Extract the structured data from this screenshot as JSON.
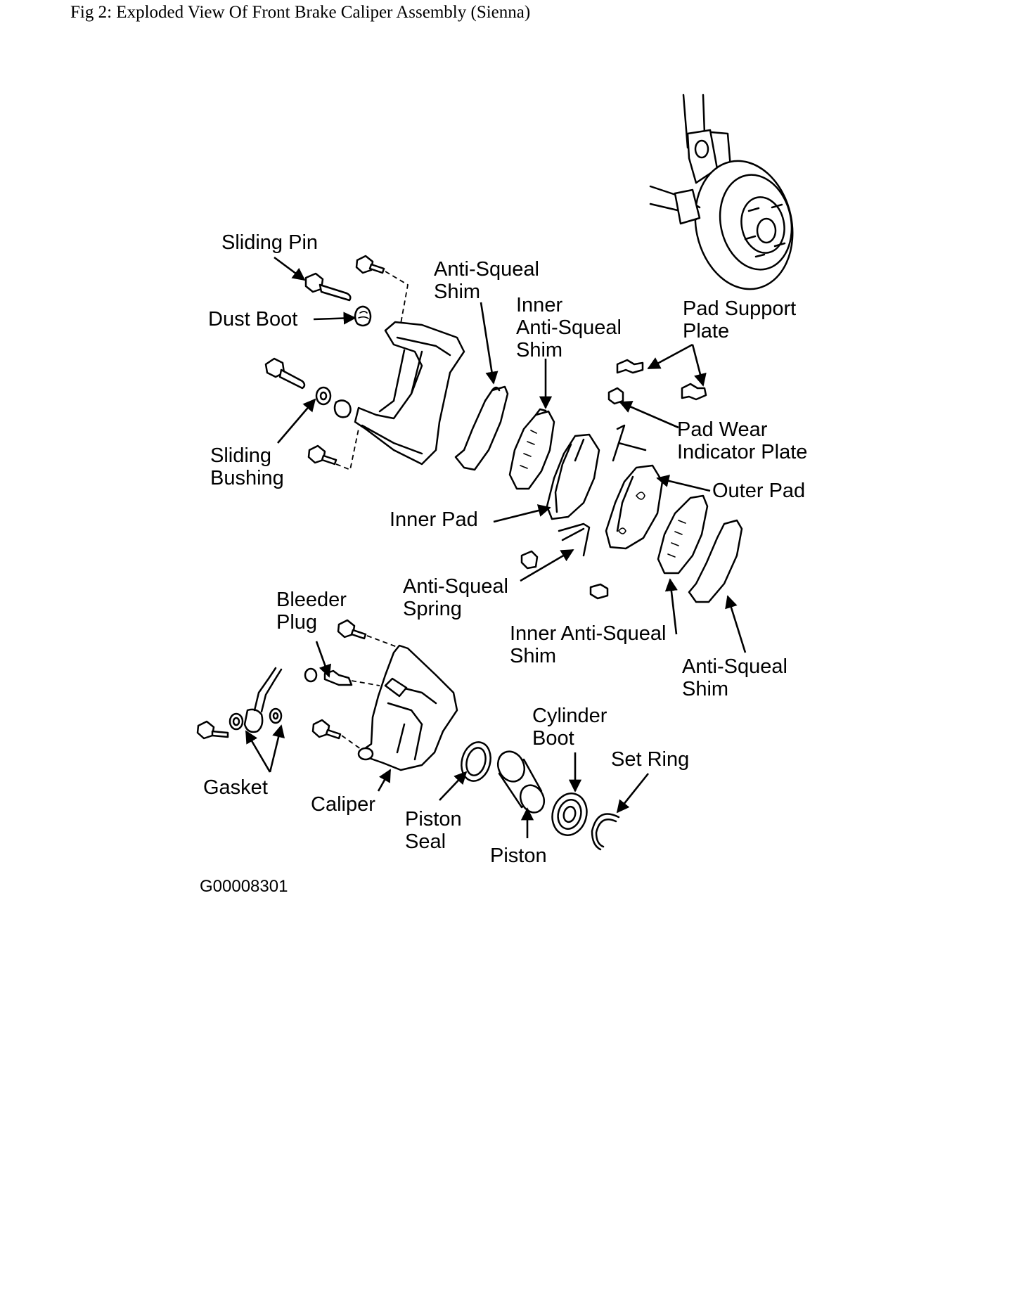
{
  "caption": "Fig 2: Exploded View Of Front Brake Caliper Assembly (Sienna)",
  "labels": {
    "sliding_pin": "Sliding Pin",
    "dust_boot": "Dust Boot",
    "sliding_bushing": [
      "Sliding",
      "Bushing"
    ],
    "anti_squeal_shim_left": [
      "Anti-Squeal",
      "Shim"
    ],
    "inner_anti_squeal_shim_top": [
      "Inner",
      "Anti-Squeal",
      "Shim"
    ],
    "pad_support_plate": [
      "Pad Support",
      "Plate"
    ],
    "pad_wear_indicator_plate": [
      "Pad Wear",
      "Indicator Plate"
    ],
    "outer_pad": "Outer Pad",
    "inner_pad": "Inner Pad",
    "anti_squeal_spring": [
      "Anti-Squeal",
      "Spring"
    ],
    "inner_anti_squeal_shim_bottom": [
      "Inner Anti-Squeal",
      "Shim"
    ],
    "anti_squeal_shim_right": [
      "Anti-Squeal",
      "Shim"
    ],
    "bleeder_plug": [
      "Bleeder",
      "Plug"
    ],
    "cylinder_boot": [
      "Cylinder",
      "Boot"
    ],
    "set_ring": "Set Ring",
    "gasket": "Gasket",
    "caliper": "Caliper",
    "piston_seal": [
      "Piston",
      "Seal"
    ],
    "piston": "Piston"
  },
  "figure_code": "G00008301"
}
